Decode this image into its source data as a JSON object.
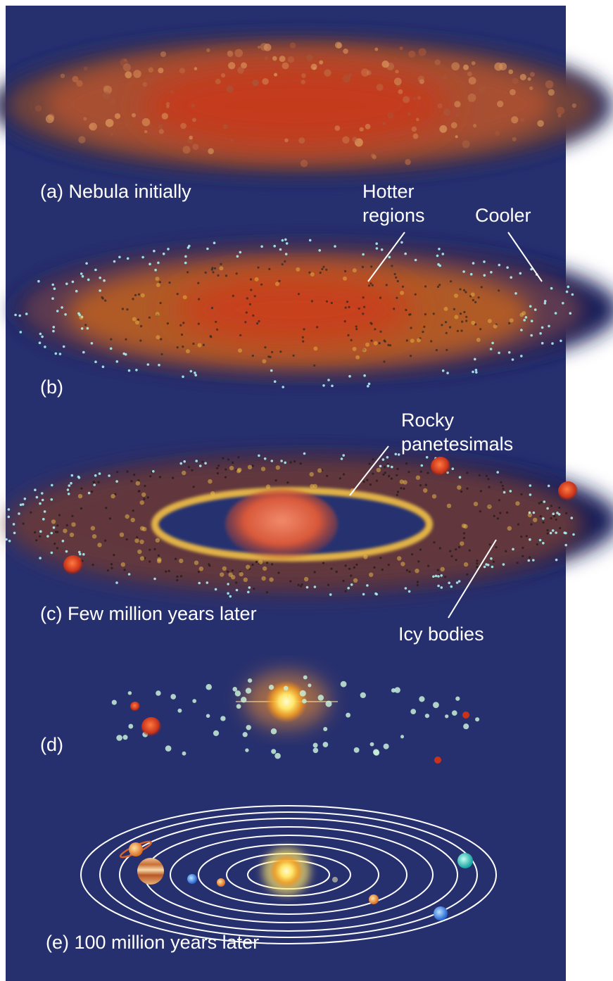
{
  "colors": {
    "background": "#27306f",
    "nebula_core": "#c2401f",
    "nebula_mid": "#a8582b",
    "hot_ring": "#f0c048",
    "icy_body": "#a8f0f0",
    "sun": "#ffe66a",
    "orbit": "#ffffff",
    "label_text": "#ffffff"
  },
  "stages": {
    "a": {
      "caption": "(a) Nebula initially"
    },
    "b": {
      "caption": "(b)"
    },
    "c": {
      "caption": "(c) Few million years later"
    },
    "d": {
      "caption": "(d)"
    },
    "e": {
      "caption": "(e) 100 million years later"
    }
  },
  "callouts": {
    "hotter": {
      "line1": "Hotter",
      "line2": "regions"
    },
    "cooler": {
      "line1": "Cooler"
    },
    "rocky": {
      "line1": "Rocky",
      "line2": "panetesimals"
    },
    "icy": {
      "line1": "Icy bodies"
    }
  }
}
